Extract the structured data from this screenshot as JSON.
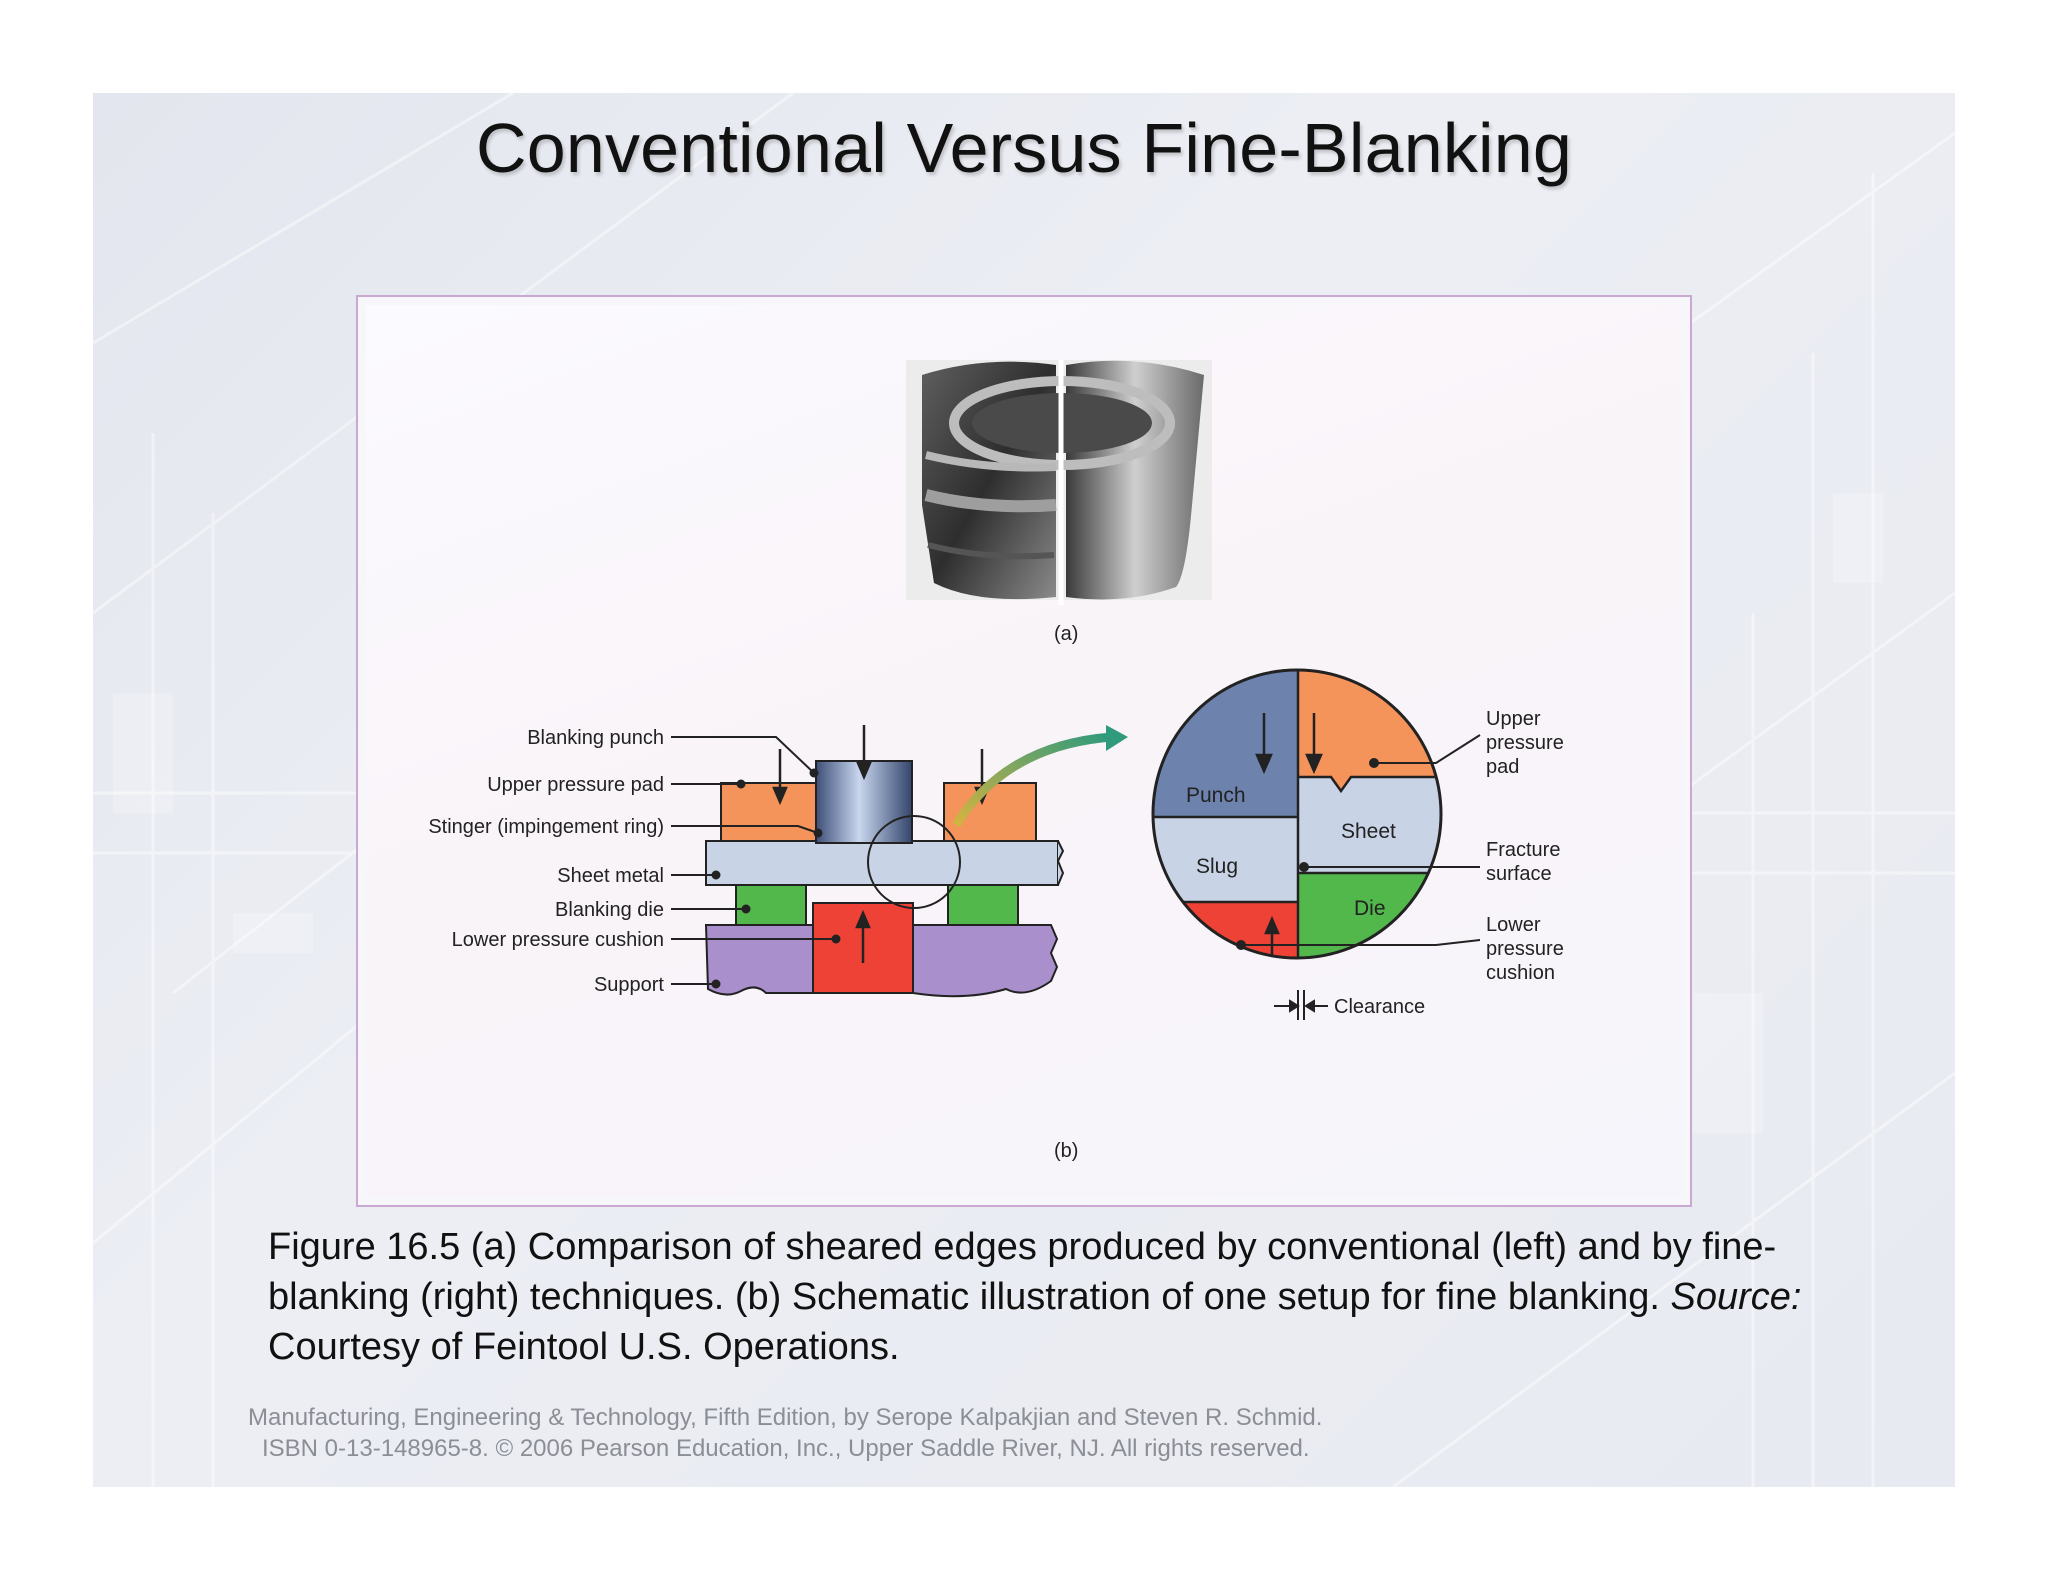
{
  "slide": {
    "title": "Conventional Versus Fine-Blanking"
  },
  "figure": {
    "label_a": "(a)",
    "label_b": "(b)",
    "left_labels": {
      "blanking_punch": "Blanking punch",
      "upper_pressure_pad": "Upper pressure pad",
      "stinger": "Stinger (impingement ring)",
      "sheet_metal": "Sheet metal",
      "blanking_die": "Blanking die",
      "lower_pressure_cushion": "Lower pressure cushion",
      "support": "Support"
    },
    "detail_labels": {
      "punch": "Punch",
      "slug": "Slug",
      "sheet": "Sheet",
      "die": "Die",
      "upper_pressure_pad": [
        "Upper",
        "pressure",
        "pad"
      ],
      "fracture_surface": [
        "Fracture",
        "surface"
      ],
      "lower_pressure_cushion": [
        "Lower",
        "pressure",
        "cushion"
      ],
      "clearance": "Clearance"
    },
    "colors": {
      "pressure_pad": "#f4935a",
      "sheet": "#c8d3e6",
      "die": "#52b84b",
      "cushion": "#ee4236",
      "support": "#a98fcc",
      "punch": "#6d82ad"
    }
  },
  "caption": {
    "part1": "Figure 16.5  (a)  Comparison of sheared edges produced by conventional (left) and by fine-blanking (right) techniques.  (b)  Schematic illustration of one setup for fine blanking.  ",
    "source_label": "Source:",
    "part2": "  Courtesy of Feintool U.S. Operations."
  },
  "credits": {
    "line1": "Manufacturing, Engineering & Technology, Fifth Edition, by Serope Kalpakjian and Steven R. Schmid.",
    "line2": "ISBN 0-13-148965-8. © 2006 Pearson Education, Inc., Upper Saddle River, NJ.  All rights reserved."
  }
}
